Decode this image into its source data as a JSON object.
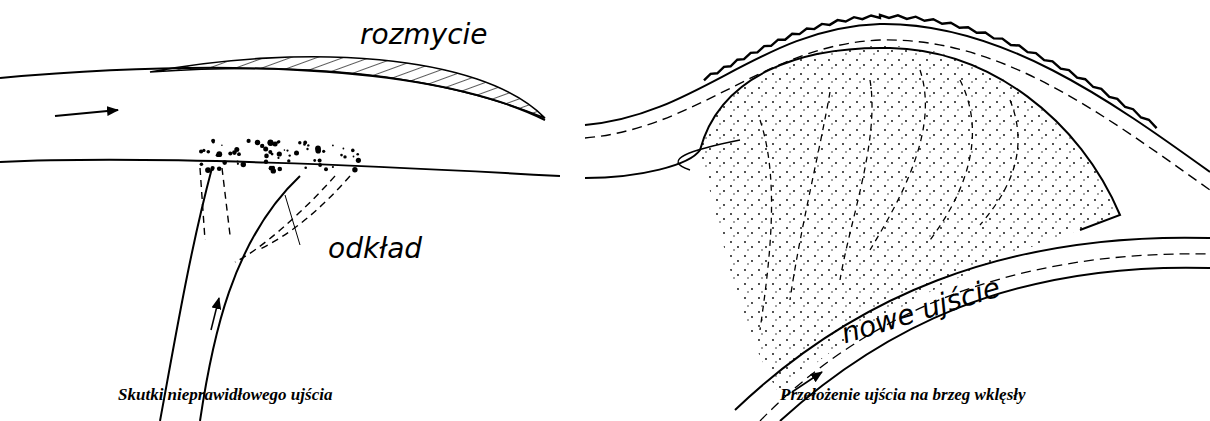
{
  "diagram": {
    "labels": [
      "rozmycie",
      "odkład",
      "nowe ujście",
      "Skutki nieprawidłowego ujścia",
      "Przełożenie ujścia na brzeg wklęsły"
    ]
  }
}
